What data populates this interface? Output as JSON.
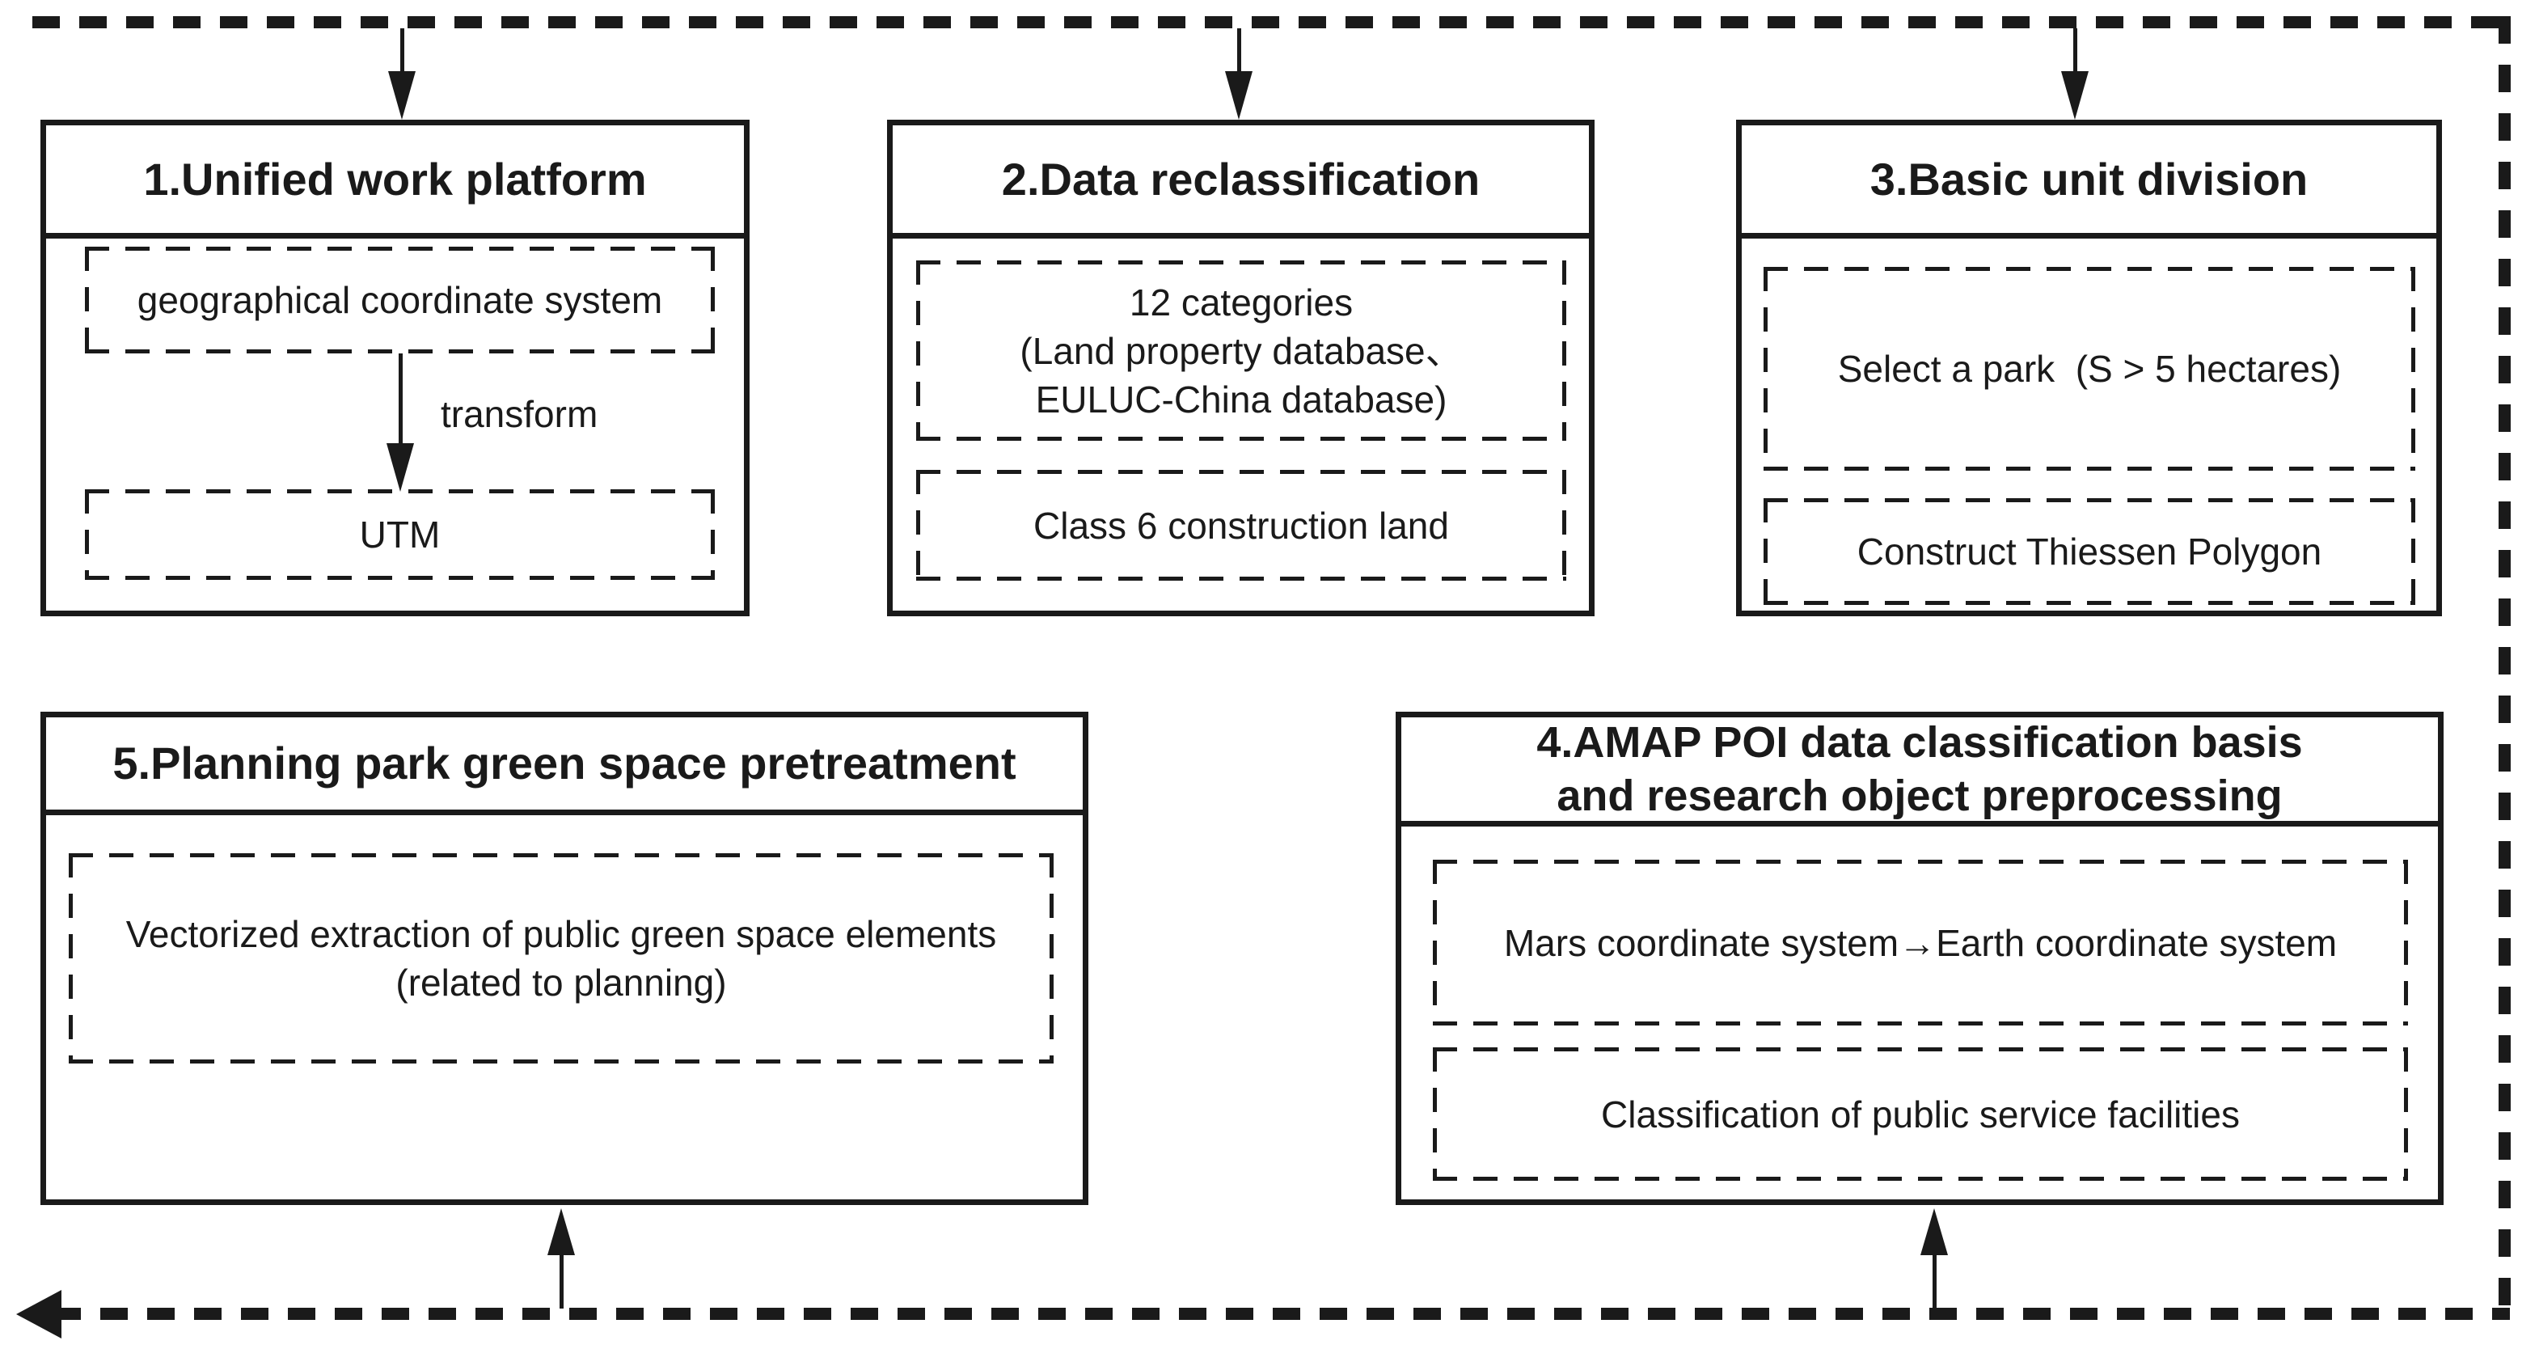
{
  "diagram": {
    "colors": {
      "ink": "#1a1a1a",
      "background": "#ffffff"
    },
    "box1": {
      "title": "1.Unified work platform",
      "item1": "geographical coordinate system",
      "arrow_label": "transform",
      "item2": "UTM"
    },
    "box2": {
      "title": "2.Data reclassification",
      "item1_line1": "12 categories",
      "item1_line2": "(Land property database、",
      "item1_line3": "EULUC-China database)",
      "item2": "Class 6 construction land"
    },
    "box3": {
      "title": "3.Basic unit division",
      "item1": "Select a park  (S > 5 hectares)",
      "item2": "Construct Thiessen Polygon"
    },
    "box4": {
      "title_line1": "4.AMAP POI data classification basis",
      "title_line2": "and research object preprocessing",
      "item1": "Mars coordinate system→Earth coordinate system",
      "item2": "Classification of public service facilities"
    },
    "box5": {
      "title": "5.Planning park green space pretreatment",
      "item1_line1": "Vectorized extraction of public green space elements",
      "item1_line2": "(related to planning)"
    }
  }
}
